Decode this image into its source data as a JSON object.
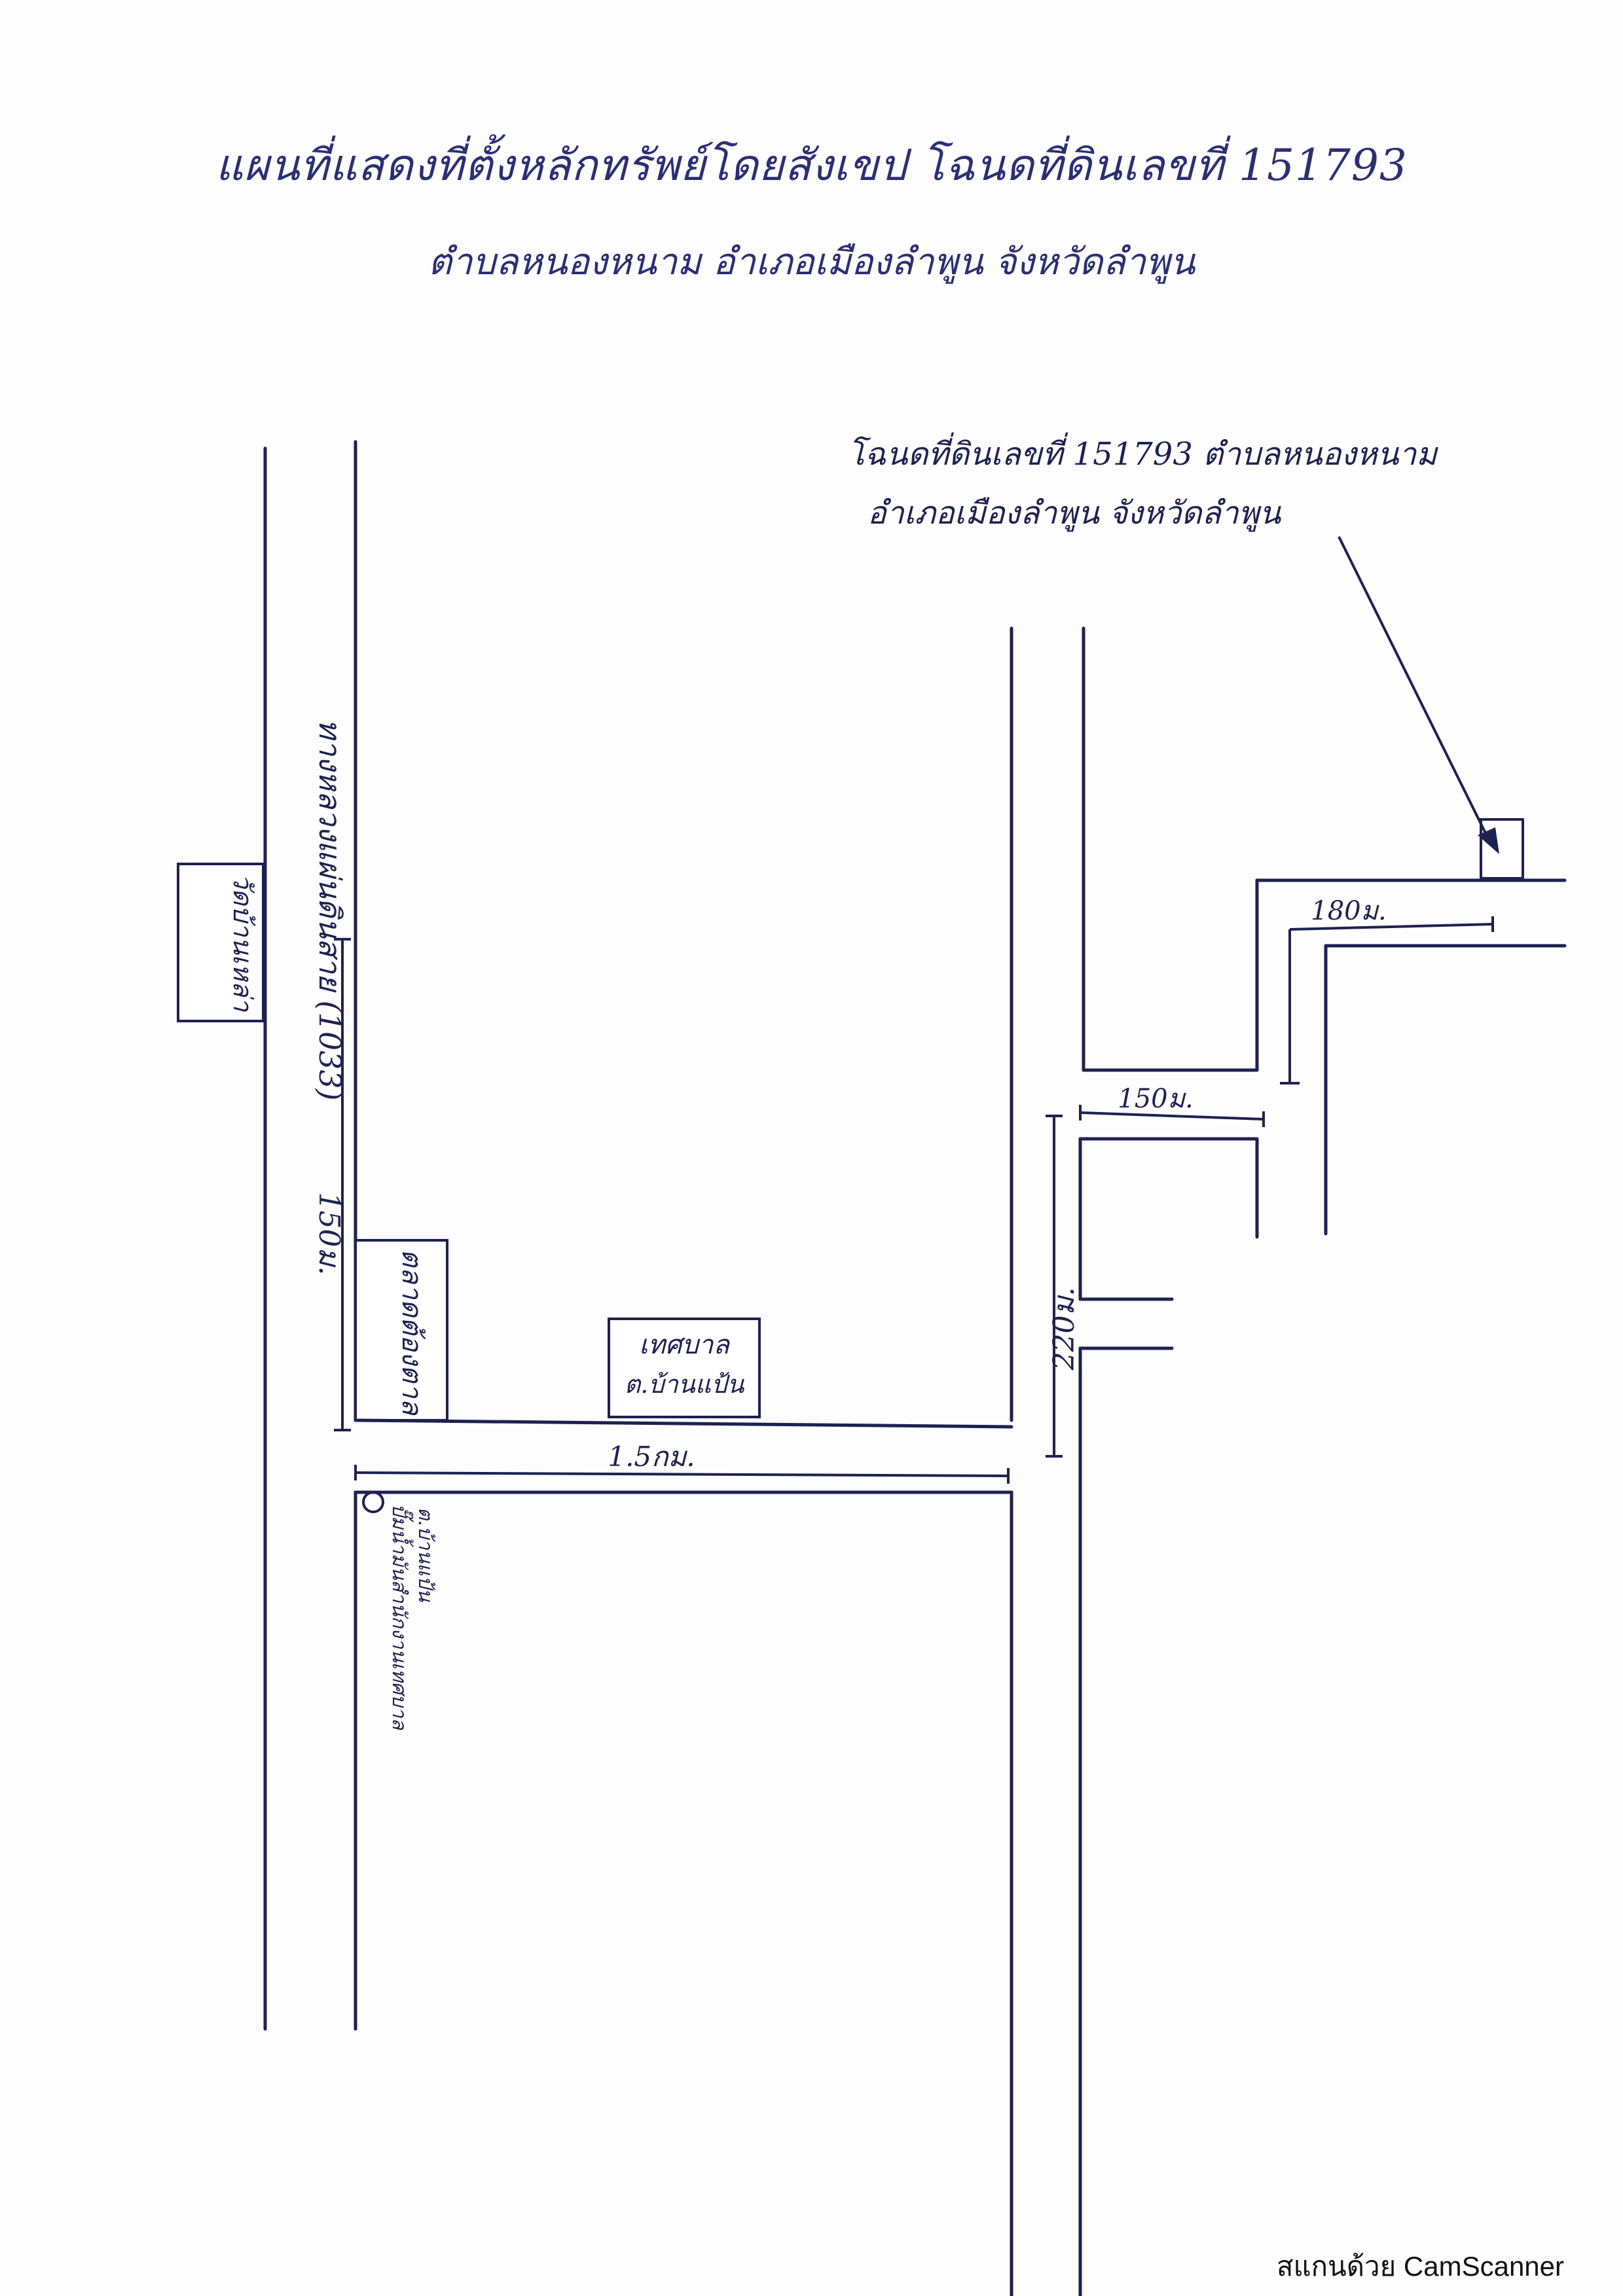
{
  "map": {
    "title": "แผนที่แสดงที่ตั้งหลักทรัพย์โดยสังเขป โฉนดที่ดินเลขที่ 151793",
    "subtitle": "ตำบลหนองหนาม อำเภอเมืองลำพูน จังหวัดลำพูน",
    "callout": {
      "line1": "โฉนดที่ดินเลขที่ 151793 ตำบลหนองหนาม",
      "line2": "อำเภอเมืองลำพูน จังหวัดลำพูน"
    },
    "landmarks": {
      "wat": "วัดบ้านเหล่า",
      "highway": "ทางหลวงแผ่นดินสาย (1033)",
      "market": "ตลาดต้องตาล",
      "municipality_line1": "เทศบาล",
      "municipality_line2": "ต.บ้านแป้น",
      "gas_station_line1": "ปั๊มน้ำมันสำนักงานเทศบาล",
      "gas_station_line2": "ต.บ้านแป้น"
    },
    "distances": {
      "d150_vertical": "150ม.",
      "d1_5km": "1.5กม.",
      "d220": "220ม.",
      "d150_horizontal": "150ม.",
      "d180": "180ม."
    }
  },
  "footer": {
    "watermark": "สแกนด้วย CamScanner"
  },
  "colors": {
    "ink": "#1e2250",
    "paper": "#fdfdfd"
  }
}
